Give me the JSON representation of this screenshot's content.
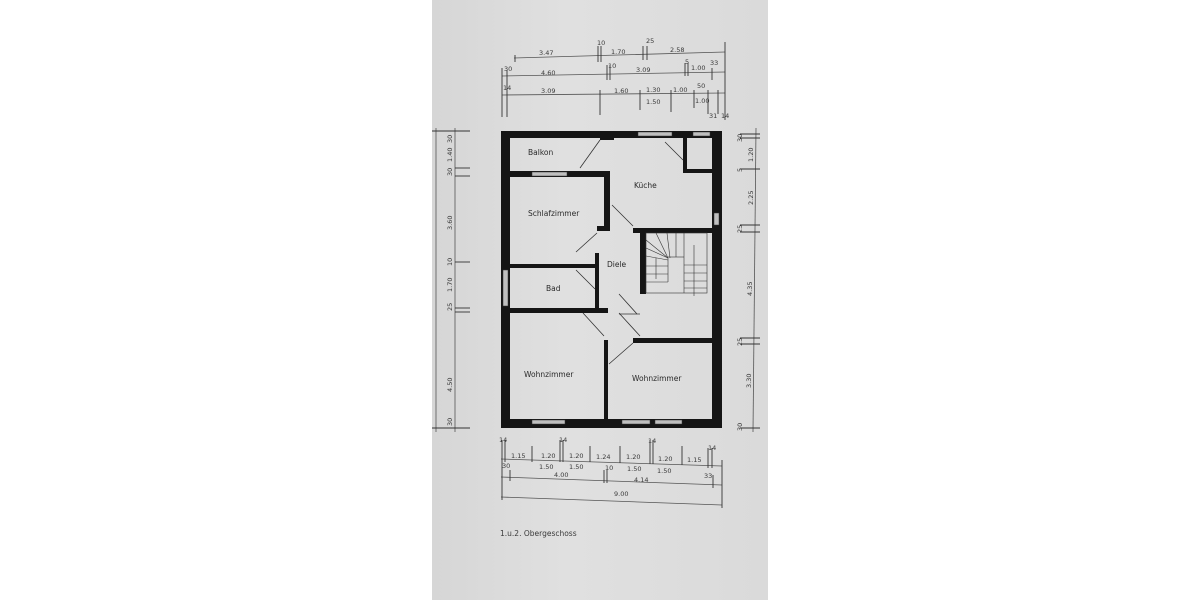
{
  "caption": "1.u.2. Obergeschoss",
  "rooms": {
    "balkon": "Balkon",
    "kueche": "Küche",
    "schlafzimmer": "Schlafzimmer",
    "diele": "Diele",
    "bad": "Bad",
    "wohnzimmer_left": "Wohnzimmer",
    "wohnzimmer_right": "Wohnzimmer"
  },
  "dimensions": {
    "top_row1": [
      "3.47",
      "10",
      "1.70",
      "25",
      "2.58"
    ],
    "top_row2": [
      "30",
      "4.60",
      "10",
      "3.09",
      "5",
      "1.00",
      "33"
    ],
    "top_row3": [
      "14",
      "3.09",
      "1.60",
      "1.30",
      "1.50",
      "1.00",
      "50",
      "1.00",
      "31",
      "14"
    ],
    "bottom_row1": [
      "14",
      "1.15",
      "14",
      "1.20",
      "1.20",
      "1.24",
      "1.20",
      "14",
      "1.20",
      "1.15",
      "14"
    ],
    "bottom_row1_lower": [
      "1.50",
      "1.50",
      "1.50",
      "1.50"
    ],
    "bottom_row2": [
      "30",
      "4.00",
      "10",
      "4.14",
      "33"
    ],
    "bottom_row3": [
      "9.00"
    ],
    "left": [
      "30",
      "1.40",
      "30",
      "3.60",
      "10",
      "1.70",
      "25",
      "4.50",
      "30"
    ],
    "right": [
      "30",
      "1.20",
      "5",
      "2.25",
      "25",
      "4.35",
      "25",
      "3.30",
      "30"
    ]
  }
}
